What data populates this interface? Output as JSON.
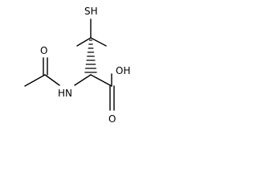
{
  "molecule": {
    "labels": {
      "sh": "SH",
      "oh": "OH",
      "nh": "HN",
      "o_acetyl": "O",
      "o_carbonyl": "O"
    },
    "colors": {
      "ink": "#000000",
      "background": "#ffffff"
    }
  }
}
